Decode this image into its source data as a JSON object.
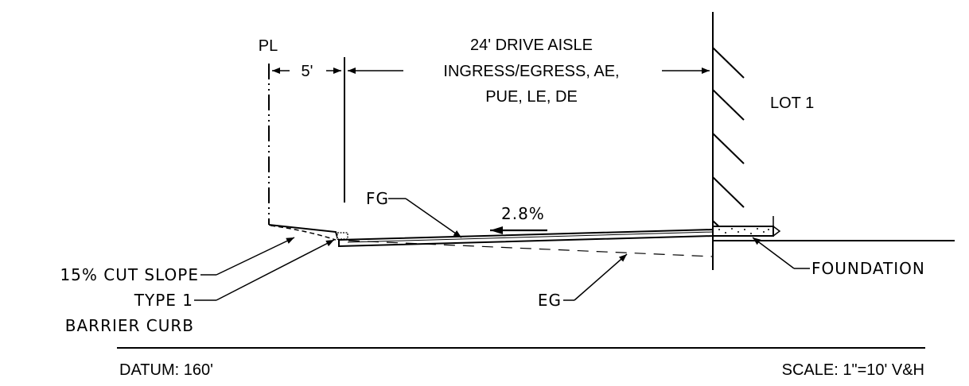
{
  "labels": {
    "pl": "PL",
    "setback": "5'",
    "drive_line1": "24' DRIVE AISLE",
    "drive_line2": "INGRESS/EGRESS, AE,",
    "drive_line3": "PUE, LE, DE",
    "lot": "LOT 1",
    "fg": "FG",
    "slope": "2.8%",
    "cut_slope": "15% CUT SLOPE",
    "curb_line1": "TYPE 1",
    "curb_line2": "BARRIER CURB",
    "eg": "EG",
    "foundation": "FOUNDATION",
    "datum": "DATUM: 160'",
    "scale": "SCALE: 1\"=10' V&H"
  }
}
